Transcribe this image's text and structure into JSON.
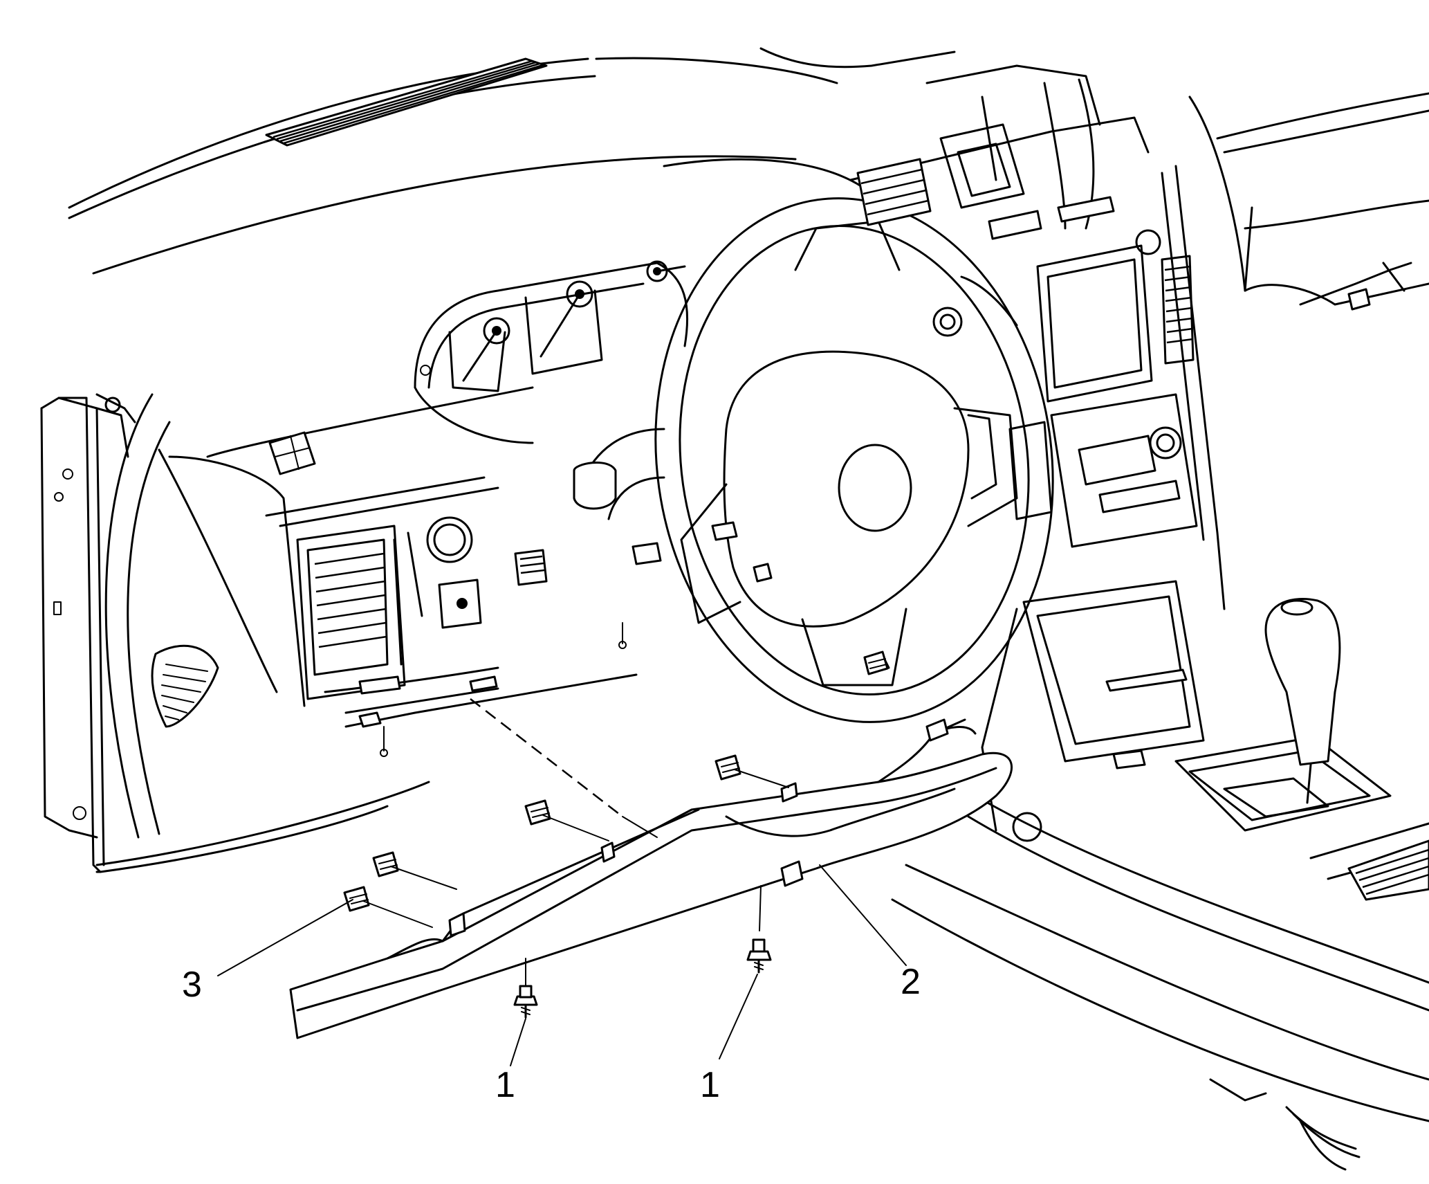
{
  "callouts": [
    {
      "id": "c3",
      "label": "3"
    },
    {
      "id": "c2",
      "label": "2"
    },
    {
      "id": "c1a",
      "label": "1"
    },
    {
      "id": "c1b",
      "label": "1"
    }
  ]
}
